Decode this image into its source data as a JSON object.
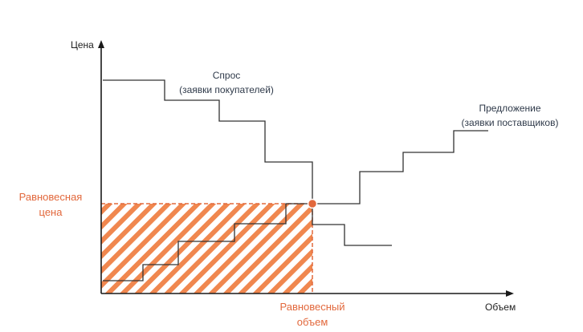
{
  "axes": {
    "y_label": "Цена",
    "x_label": "Объем"
  },
  "demand": {
    "title": "Спрос",
    "subtitle": "(заявки покупателей)"
  },
  "supply": {
    "title": "Предложение",
    "subtitle": "(заявки поставщиков)"
  },
  "equilibrium": {
    "price_line1": "Равновесная",
    "price_line2": "цена",
    "volume_line1": "Равновесный",
    "volume_line2": "объем"
  },
  "colors": {
    "axis": "#1a1a1a",
    "curve": "#333333",
    "equilibrium": "#e2683c",
    "hatch": "#f0874f"
  }
}
